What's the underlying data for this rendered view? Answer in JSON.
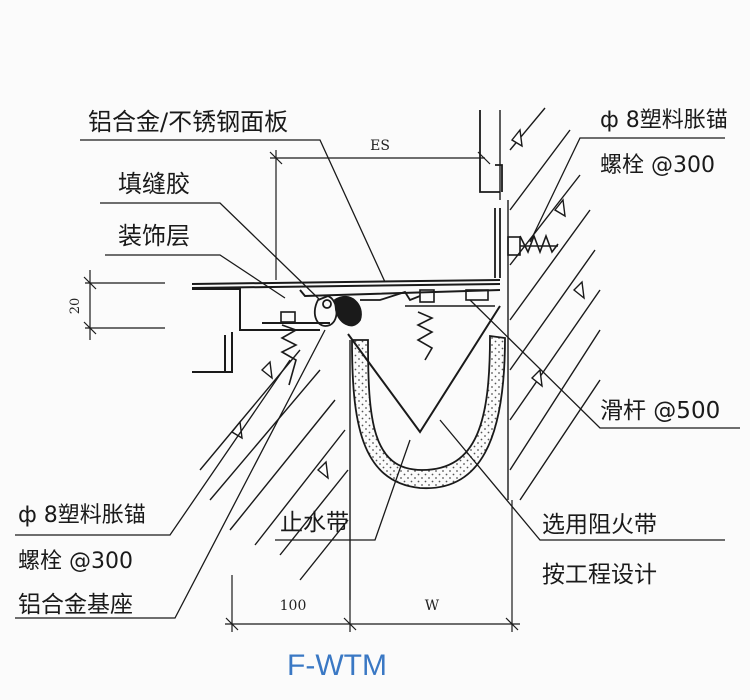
{
  "labels": {
    "panel": "铝合金/不锈钢面板",
    "sealant": "填缝胶",
    "decor": "装饰层",
    "anchor_tr_1": "ф 8塑料胀锚",
    "anchor_tr_2": "螺栓 @300",
    "slide_bar": "滑杆 @500",
    "anchor_bl_1": "ф 8塑料胀锚",
    "anchor_bl_2": "螺栓 @300",
    "base": "铝合金基座",
    "waterstop": "止水带",
    "fire_1": "选用阻火带",
    "fire_2": "按工程设计"
  },
  "dims": {
    "es": "ES",
    "twenty": "20",
    "hundred": "100",
    "w": "W"
  },
  "model_code": "F-WTM",
  "colors": {
    "line": "#1a1a1a",
    "code": "#3a78c4",
    "background": "#fbfbfb"
  }
}
